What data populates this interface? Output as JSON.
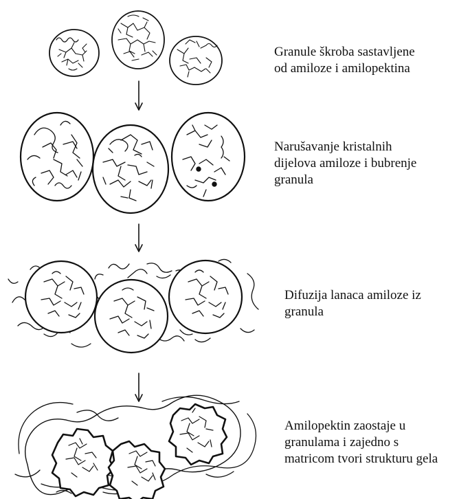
{
  "colors": {
    "ink": "#111111",
    "background": "#ffffff"
  },
  "stages": [
    {
      "id": "intact-granules",
      "caption_lines": [
        "Granule škroba sastavljene",
        "od amiloze i amilopektina"
      ]
    },
    {
      "id": "swelling",
      "caption_lines": [
        "Narušavanje kristalnih",
        "dijelova amiloze i bubrenje",
        "granula"
      ]
    },
    {
      "id": "diffusion",
      "caption_lines": [
        "Difuzija lanaca amiloze iz",
        "granula"
      ]
    },
    {
      "id": "gel",
      "caption_lines": [
        "Amilopektin zaostaje u",
        "granulama i zajedno s",
        "matricom tvori strukturu gela"
      ]
    }
  ]
}
